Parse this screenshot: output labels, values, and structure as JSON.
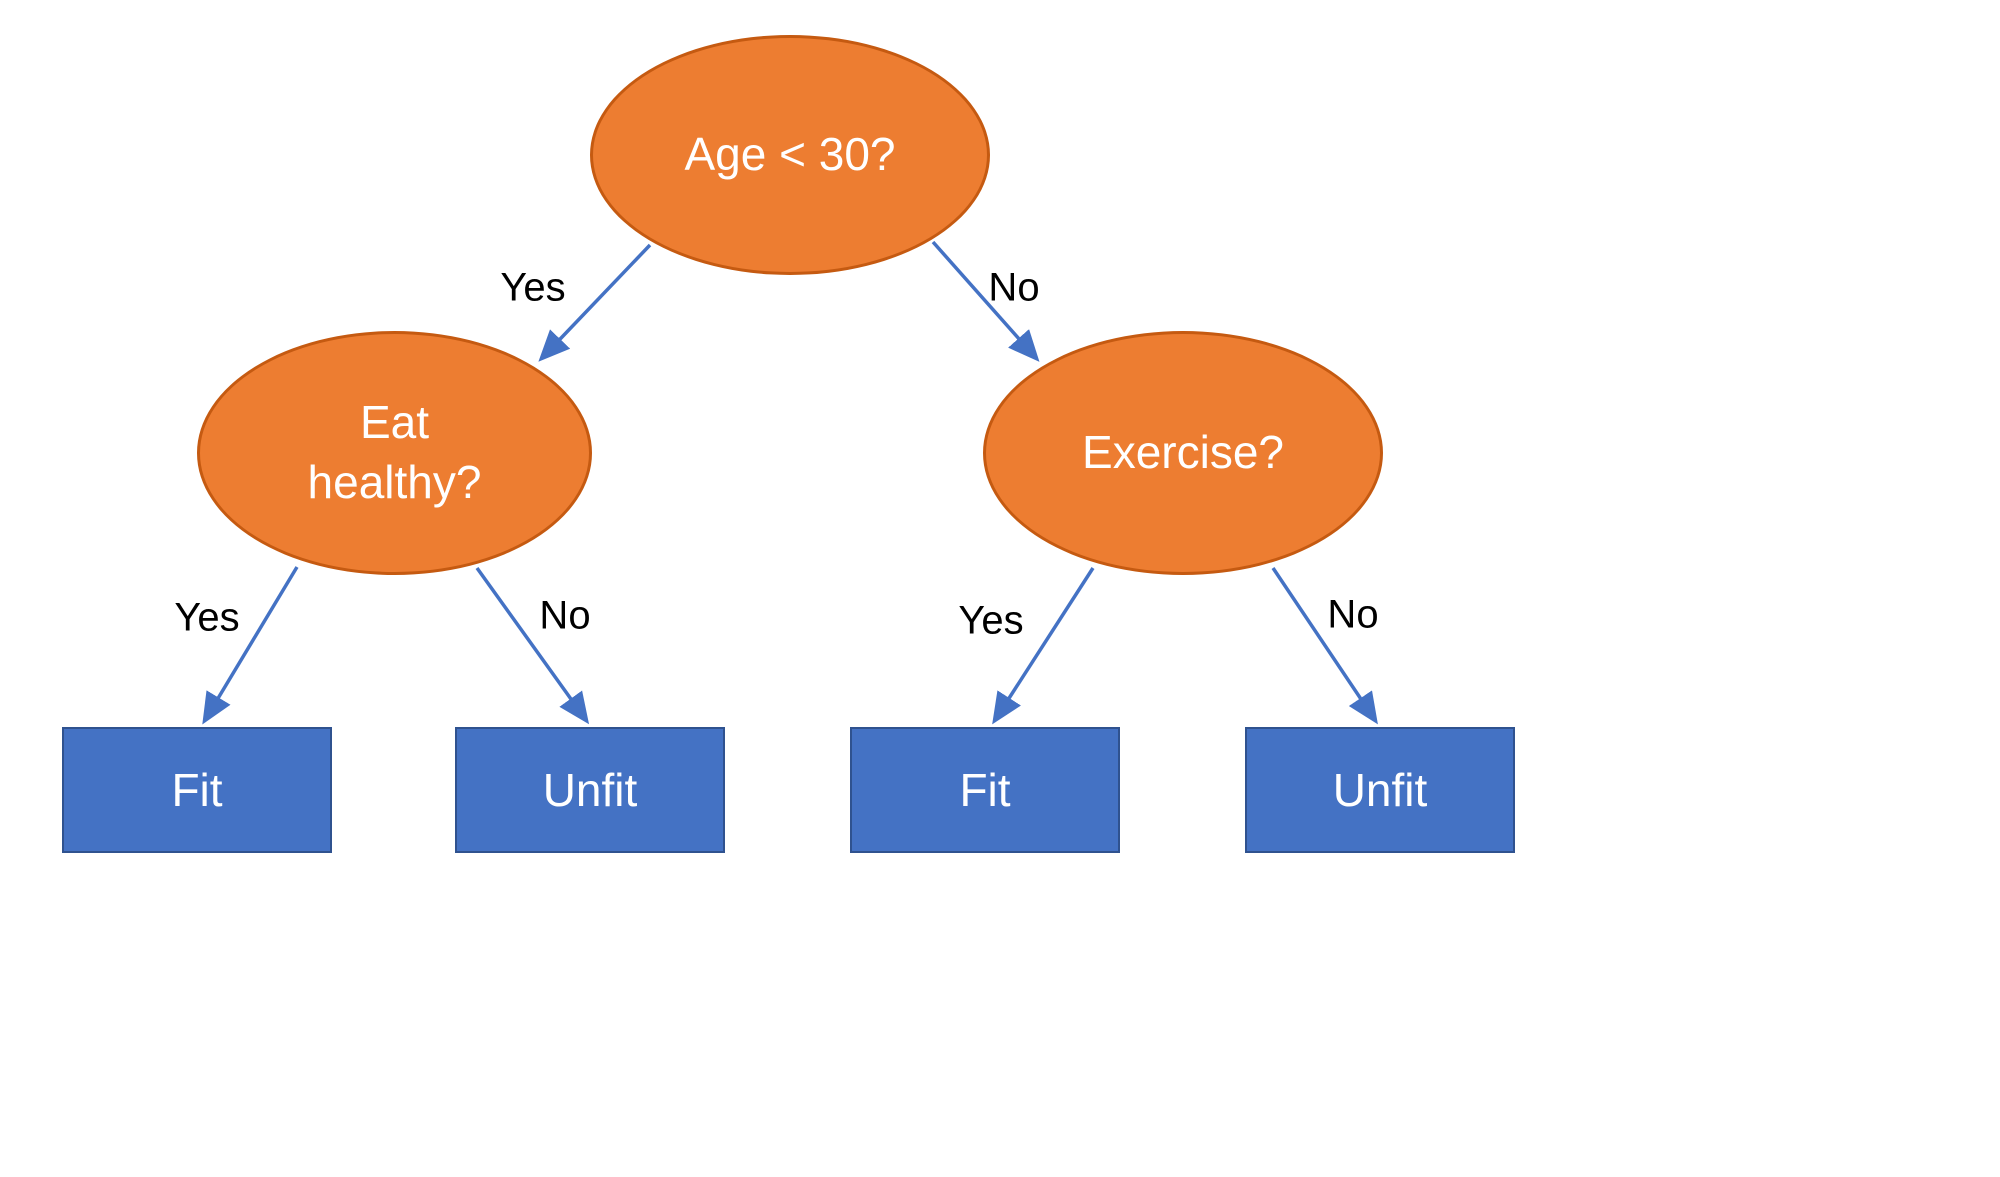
{
  "diagram": {
    "type": "decision-tree",
    "nodes": {
      "root": {
        "label": "Age < 30?"
      },
      "eat_healthy": {
        "label": "Eat healthy?"
      },
      "exercise": {
        "label": "Exercise?"
      },
      "fit_left": {
        "label": "Fit"
      },
      "unfit_left": {
        "label": "Unfit"
      },
      "fit_right": {
        "label": "Fit"
      },
      "unfit_right": {
        "label": "Unfit"
      }
    },
    "edge_labels": {
      "root_yes": "Yes",
      "root_no": "No",
      "eat_yes": "Yes",
      "eat_no": "No",
      "exercise_yes": "Yes",
      "exercise_no": "No"
    },
    "colors": {
      "decision_fill": "#ED7D31",
      "decision_border": "#C55A11",
      "leaf_fill": "#4472C4",
      "leaf_border": "#2F528F",
      "arrow": "#4472C4",
      "edge_label_text": "#000000",
      "node_text": "#FFFFFF",
      "background": "#FFFFFF"
    }
  }
}
